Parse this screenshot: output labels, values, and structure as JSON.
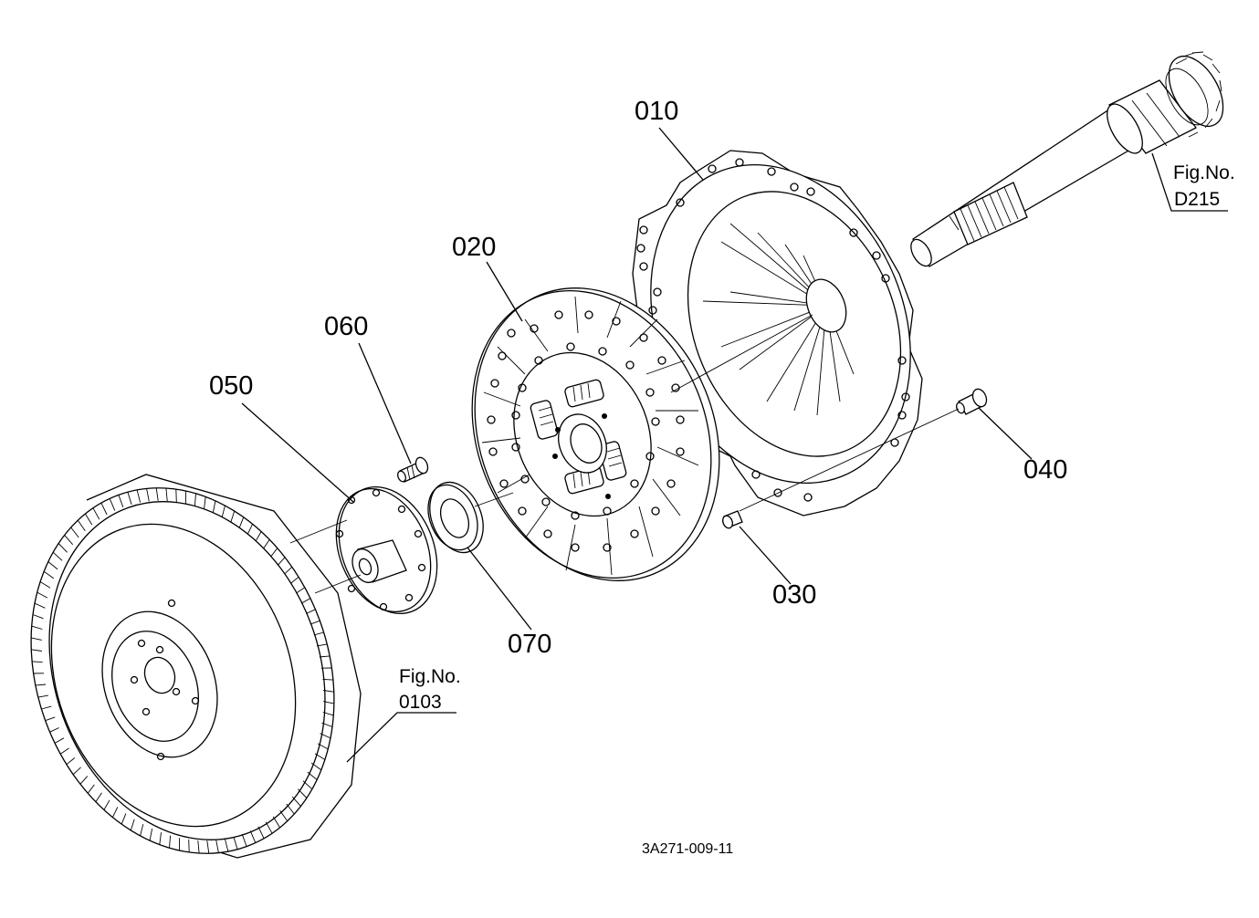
{
  "diagram": {
    "parts": [
      {
        "key": "p010",
        "number": "010"
      },
      {
        "key": "p020",
        "number": "020"
      },
      {
        "key": "p030",
        "number": "030"
      },
      {
        "key": "p040",
        "number": "040"
      },
      {
        "key": "p050",
        "number": "050"
      },
      {
        "key": "p060",
        "number": "060"
      },
      {
        "key": "p070",
        "number": "070"
      }
    ],
    "references": {
      "shaft": {
        "label": "Fig.No.",
        "figure": "D215"
      },
      "flywheel": {
        "label": "Fig.No.",
        "figure": "0103"
      }
    },
    "drawing_code": "3A271-009-11"
  }
}
